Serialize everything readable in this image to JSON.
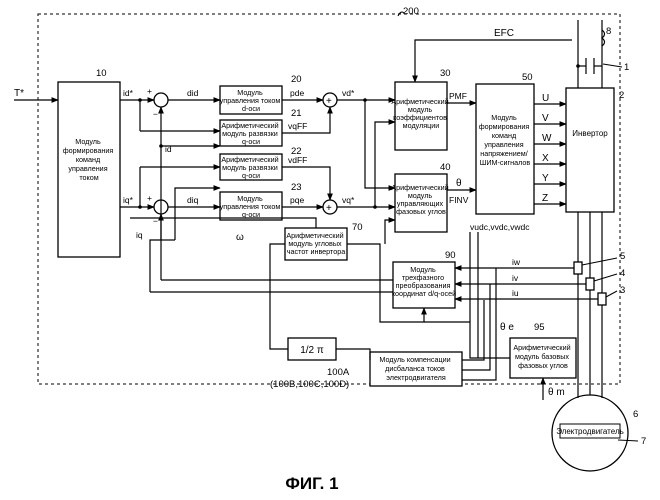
{
  "figure": {
    "caption": "ФИГ. 1",
    "system_ref": "200"
  },
  "blocks": {
    "b10": {
      "ref": "10",
      "lines": [
        "Модуль",
        "формирования",
        "команд",
        "управления",
        "током"
      ]
    },
    "b20": {
      "ref": "20",
      "lines": [
        "Модуль",
        "управления током",
        "d-оси"
      ]
    },
    "b21": {
      "ref": "21",
      "lines": [
        "Арифметический",
        "модуль развязки",
        "q-оси"
      ]
    },
    "b22": {
      "ref": "22",
      "lines": [
        "Арифметический",
        "модуль развязки",
        "q-оси"
      ]
    },
    "b23": {
      "ref": "23",
      "lines": [
        "Модуль",
        "управления током",
        "q-оси"
      ]
    },
    "b30": {
      "ref": "30",
      "lines": [
        "Арифметический",
        "модуль",
        "коэффициентов",
        "модуляции"
      ]
    },
    "b40": {
      "ref": "40",
      "lines": [
        "Арифметический",
        "модуль",
        "управляющих",
        "фазовых углов"
      ]
    },
    "b50": {
      "ref": "50",
      "lines": [
        "Модуль",
        "формирования",
        "команд",
        "управления",
        "напряжением/",
        "ШИМ-сигналов"
      ]
    },
    "b2": {
      "ref": "2",
      "lines": [
        "Инвертор"
      ]
    },
    "b70": {
      "ref": "70",
      "lines": [
        "Арифметический",
        "модуль угловых",
        "частот инвертора"
      ]
    },
    "b90": {
      "ref": "90",
      "lines": [
        "Модуль",
        "трехфазного",
        "преобразования",
        "координат d/q-осей"
      ]
    },
    "b1_2pi": {
      "lines": [
        "1/2 π"
      ]
    },
    "b100": {
      "ref": "100A",
      "ref2": "(100B,100C,100D)",
      "lines": [
        "Модуль компенсации",
        "дисбаланса токов",
        "электродвигателя"
      ]
    },
    "b95": {
      "ref": "95",
      "lines": [
        "Арифметический",
        "модуль базовых",
        "фазовых углов"
      ]
    },
    "motor": {
      "ref": "6",
      "ref2": "7",
      "lines": [
        "Электродвигатель"
      ]
    }
  },
  "signals": {
    "T": "T*",
    "id_star": "id*",
    "iq_star": "iq*",
    "id": "id",
    "iq": "iq",
    "did": "did",
    "diq": "diq",
    "pde": "pde",
    "pqe": "pqe",
    "vd_star": "vd*",
    "vq_star": "vq*",
    "vqFF": "vqFF",
    "vdFF": "vdFF",
    "EFC": "EFC",
    "PMF": "PMF",
    "theta": "θ",
    "FINV": "FINV",
    "vudc": "vudc,vvdc,vwdc",
    "omega": "ω",
    "theta_e": "θ e",
    "theta_m": "θ m",
    "iw": "iw",
    "iv": "iv",
    "iu": "iu",
    "plus": "+",
    "minus": "−"
  },
  "pwm_outputs": [
    "U",
    "V",
    "W",
    "X",
    "Y",
    "Z"
  ],
  "refs": {
    "capacitor": "1",
    "inductor": "8",
    "sensor_w": "5",
    "sensor_v": "4",
    "sensor_u": "3"
  }
}
